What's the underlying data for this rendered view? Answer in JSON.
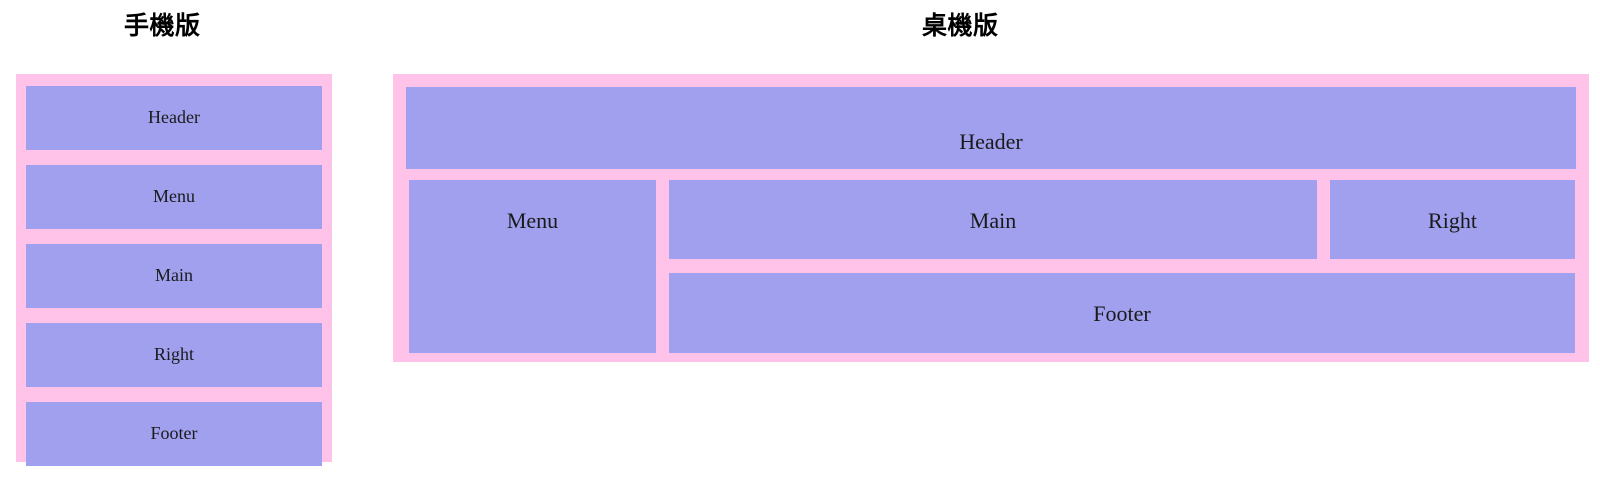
{
  "page": {
    "background_color": "#ffffff",
    "frame_color": "#ffc2e8",
    "block_color": "#a0a0ee",
    "text_color": "#1a1a1a"
  },
  "mobile": {
    "title": "手機版",
    "blocks": [
      {
        "label": "Header"
      },
      {
        "label": "Menu"
      },
      {
        "label": "Main"
      },
      {
        "label": "Right"
      },
      {
        "label": "Footer"
      }
    ]
  },
  "desktop": {
    "title": "桌機版",
    "blocks": {
      "header": {
        "label": "Header"
      },
      "menu": {
        "label": "Menu"
      },
      "main": {
        "label": "Main"
      },
      "right": {
        "label": "Right"
      },
      "footer": {
        "label": "Footer"
      }
    }
  }
}
